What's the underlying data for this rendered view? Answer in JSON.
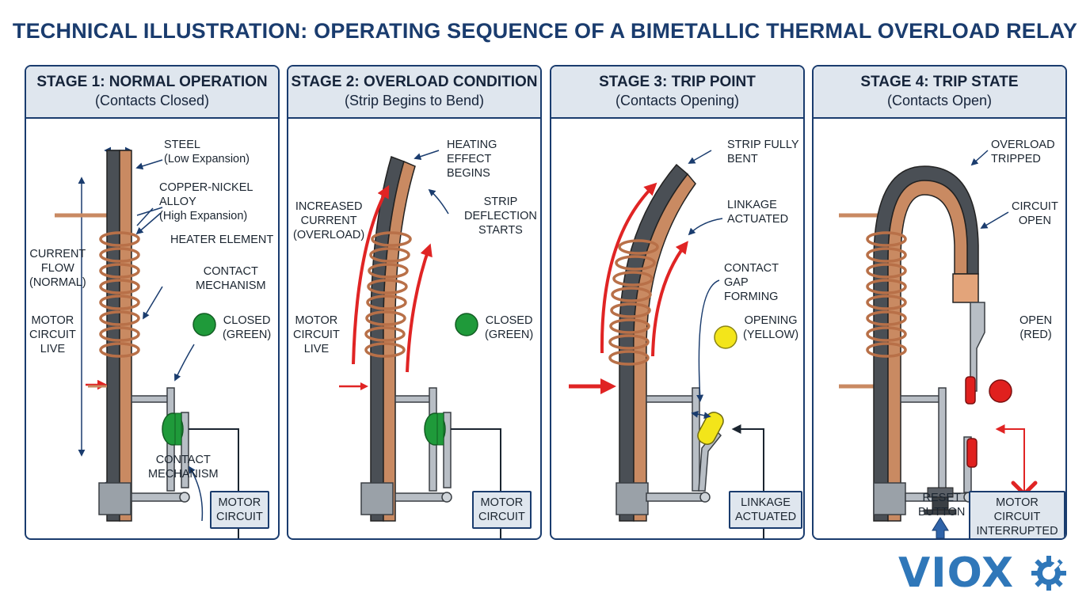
{
  "title": "TECHNICAL ILLUSTRATION: OPERATING SEQUENCE OF A BIMETALLIC THERMAL OVERLOAD RELAY",
  "stages": [
    {
      "title": "STAGE 1: NORMAL OPERATION",
      "subtitle": "(Contacts Closed)",
      "labels": {
        "steel_1": "STEEL",
        "steel_2": "(Low Expansion)",
        "alloy_1": "COPPER-NICKEL ALLOY",
        "alloy_2": "(High Expansion)",
        "heater": "HEATER ELEMENT",
        "current_1": "CURRENT",
        "current_2": "FLOW",
        "current_3": "(NORMAL)",
        "contact_top_1": "CONTACT",
        "contact_top_2": "MECHANISM",
        "state_1": "CLOSED",
        "state_2": "(GREEN)",
        "motor_1": "MOTOR",
        "motor_2": "CIRCUIT",
        "motor_3": "LIVE",
        "contact_bottom_1": "CONTACT",
        "contact_bottom_2": "MECHANISM",
        "box_1": "MOTOR",
        "box_2": "CIRCUIT"
      }
    },
    {
      "title": "STAGE 2: OVERLOAD CONDITION",
      "subtitle": "(Strip Begins to Bend)",
      "labels": {
        "heating_1": "HEATING EFFECT",
        "heating_2": "BEGINS",
        "increased_1": "INCREASED",
        "increased_2": "CURRENT",
        "increased_3": "(OVERLOAD)",
        "strip_1": "STRIP",
        "strip_2": "DEFLECTION",
        "strip_3": "STARTS",
        "state_1": "CLOSED",
        "state_2": "(GREEN)",
        "motor_1": "MOTOR",
        "motor_2": "CIRCUIT",
        "motor_3": "LIVE",
        "box_1": "MOTOR",
        "box_2": "CIRCUIT"
      }
    },
    {
      "title": "STAGE 3: TRIP POINT",
      "subtitle": "(Contacts Opening)",
      "labels": {
        "bent_1": "STRIP FULLY",
        "bent_2": "BENT",
        "linkage_1": "LINKAGE",
        "linkage_2": "ACTUATED",
        "gap_1": "CONTACT GAP",
        "gap_2": "FORMING",
        "state_1": "OPENING",
        "state_2": "(YELLOW)",
        "box_1": "LINKAGE",
        "box_2": "ACTUATED"
      }
    },
    {
      "title": "STAGE 4: TRIP STATE",
      "subtitle": "(Contacts Open)",
      "labels": {
        "tripped_1": "OVERLOAD",
        "tripped_2": "TRIPPED",
        "circuit_1": "CIRCUIT",
        "circuit_2": "OPEN",
        "state_1": "OPEN",
        "state_2": "(RED)",
        "reset_1": "RESET",
        "reset_2": "BUTTON",
        "box_1": "MOTOR CIRCUIT",
        "box_2": "INTERRUPTED"
      }
    }
  ],
  "logo": "VIOX",
  "colors": {
    "navy": "#1a3c6e",
    "copper": "#c98a62",
    "steel": "#4a4f55",
    "arrow_red": "#e02424",
    "green": "#1f9a3a",
    "yellow": "#f3e51a",
    "red": "#e0201e",
    "logo_blue": "#2f77b9"
  },
  "icons": [
    "gear-wrench-icon",
    "red-x-icon",
    "reset-arrow-icon"
  ]
}
